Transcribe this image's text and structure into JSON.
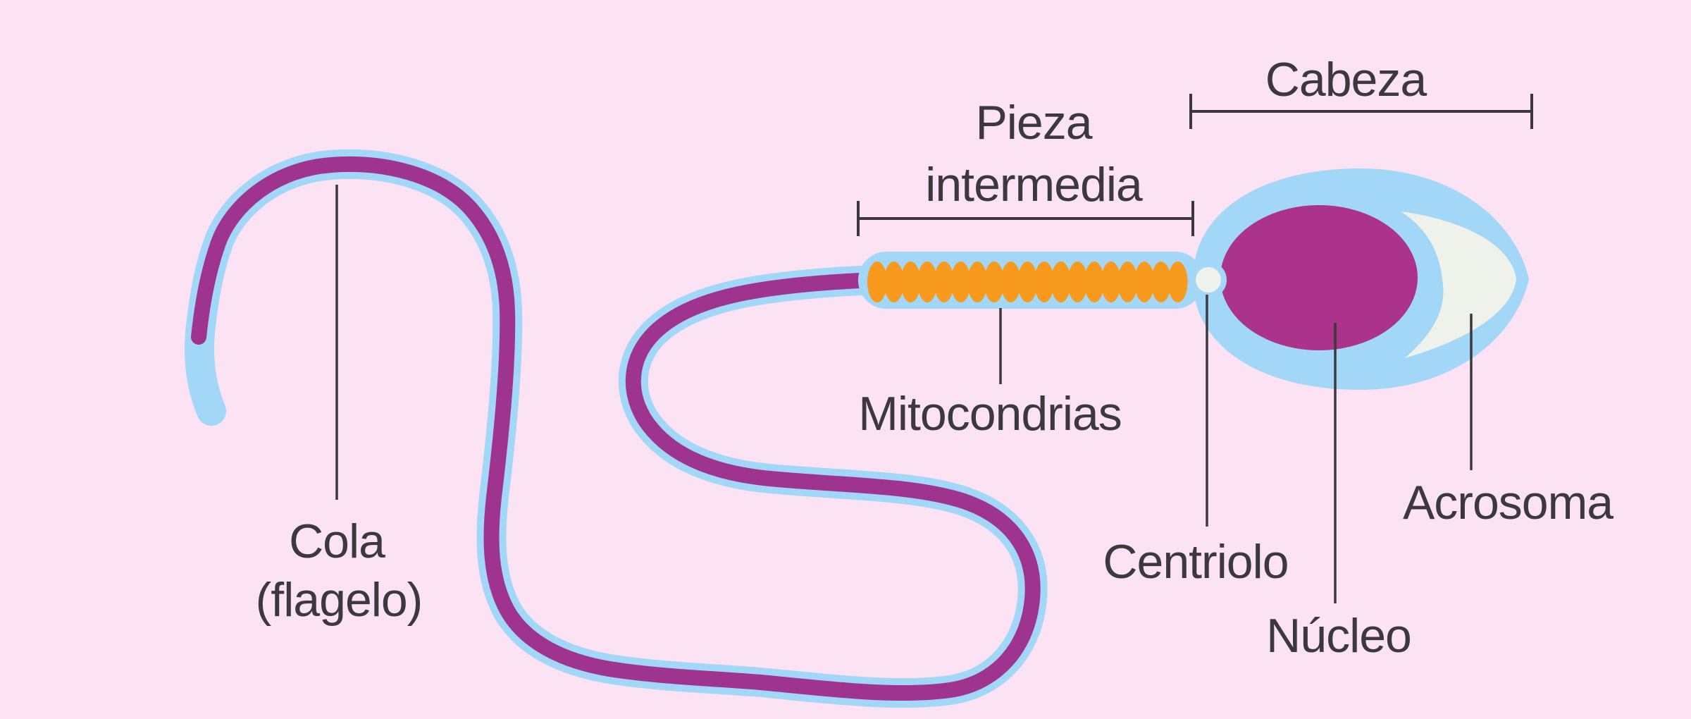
{
  "diagram": {
    "labels": {
      "cabeza": "Cabeza",
      "pieza_line1": "Pieza",
      "pieza_line2": "intermedia",
      "mitocondrias": "Mitocondrias",
      "centriolo": "Centriolo",
      "nucleo": "Núcleo",
      "acrosoma": "Acrosoma",
      "cola_line1": "Cola",
      "cola_line2": "(flagelo)"
    },
    "colors": {
      "background": "#fce3f4",
      "membrane": "#a3d7f7",
      "tail": "#9e3390",
      "nucleus": "#ab3389",
      "mitochondria": "#f79a1e",
      "acrosome": "#eff1eb",
      "centriole": "#eff1eb",
      "annotation": "#3b393e"
    },
    "mitochondria_count": 19
  }
}
